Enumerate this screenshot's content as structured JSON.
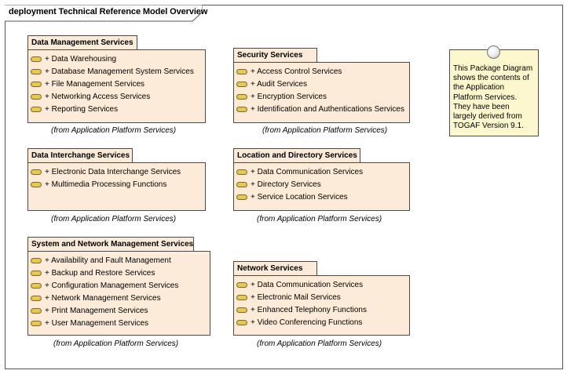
{
  "frame": {
    "title": "deployment Technical Reference Model Overview"
  },
  "packages": [
    {
      "name": "Data Management Services",
      "items": [
        "+ Data Warehousing",
        "+ Database Management System Services",
        "+ File Management Services",
        "+ Networking Access Services",
        "+ Reporting Services"
      ],
      "from": "(from Application Platform Services)"
    },
    {
      "name": "Security Services",
      "items": [
        "+ Access Control Services",
        "+ Audit Services",
        "+ Encryption Services",
        "+ Identification and Authentications Services"
      ],
      "from": "(from Application Platform Services)"
    },
    {
      "name": "Data Interchange Services",
      "items": [
        "+ Electronic Data Interchange Services",
        "+ Multimedia Processing Functions"
      ],
      "from": "(from Application Platform Services)"
    },
    {
      "name": "Location and Directory Services",
      "items": [
        "+ Data Communication Services",
        "+ Directory Services",
        "+ Service Location Services"
      ],
      "from": "(from Application Platform Services)"
    },
    {
      "name": "System and Network Management Services",
      "items": [
        "+ Availability and Fault Management",
        "+ Backup and Restore Services",
        "+ Configuration Management Services",
        "+ Network Management Services",
        "+ Print Management Services",
        "+ User Management Services"
      ],
      "from": "(from Application Platform Services)"
    },
    {
      "name": "Network Services",
      "items": [
        "+ Data Communication Services",
        "+ Electronic Mail Services",
        "+ Enhanced Telephony Functions",
        "+ Video Conferencing Functions"
      ],
      "from": "(from Application Platform Services)"
    }
  ],
  "note": {
    "lines": [
      "This Package Diagram",
      "shows the contents of",
      "the Application",
      "Platform Services.",
      "They have been",
      "largely derived from",
      "TOGAF Version 9.1."
    ]
  },
  "colors": {
    "package_fill": "#fdebd9",
    "note_fill": "#fcf7cc",
    "component_icon": "#e9c84e",
    "border": "#4a4a4a"
  },
  "icons": {
    "item_icon": "component-pill-icon",
    "note_pin": "note-pin-icon"
  }
}
